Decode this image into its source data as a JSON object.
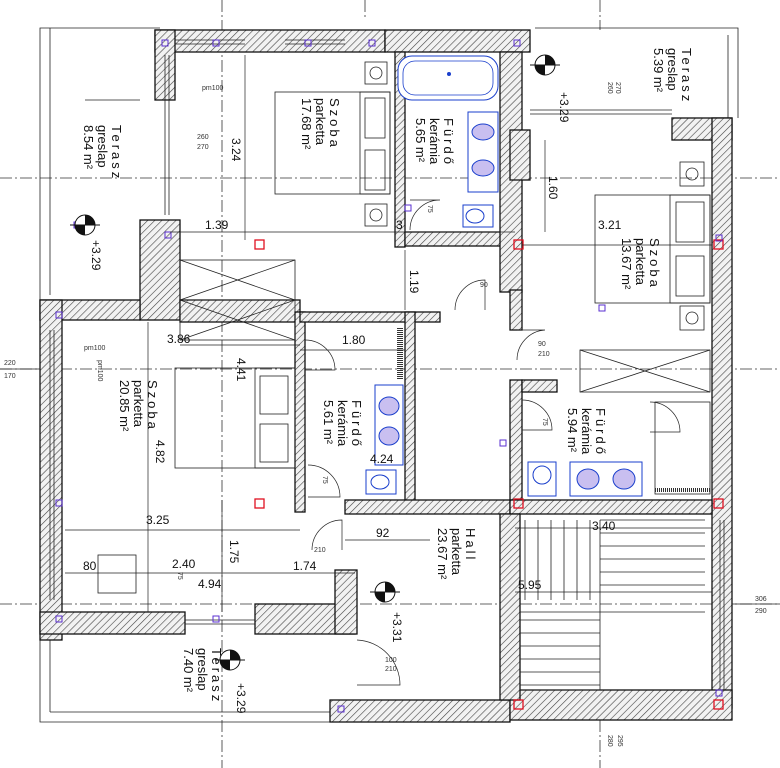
{
  "rooms": [
    {
      "id": "szoba1",
      "name": "Szoba",
      "floor": "parketta",
      "area": "17.68 m²"
    },
    {
      "id": "furdo1",
      "name": "Fürdő",
      "floor": "kerámia",
      "area": "5.65 m²"
    },
    {
      "id": "terasz_ne",
      "name": "Terasz",
      "floor": "greslap",
      "area": "5.39 m²"
    },
    {
      "id": "terasz_w",
      "name": "Terasz",
      "floor": "greslap",
      "area": "8.54 m²"
    },
    {
      "id": "szoba2",
      "name": "Szoba",
      "floor": "parketta",
      "area": "13.67 m²"
    },
    {
      "id": "szoba3",
      "name": "Szoba",
      "floor": "parketta",
      "area": "20.85 m²"
    },
    {
      "id": "furdo2",
      "name": "Fürdő",
      "floor": "kerámia",
      "area": "5.61 m²"
    },
    {
      "id": "furdo3",
      "name": "Fürdő",
      "floor": "kerámia",
      "area": "5.94 m²"
    },
    {
      "id": "hall",
      "name": "Hall",
      "floor": "parketta",
      "area": "23.67 m²"
    },
    {
      "id": "terasz_s",
      "name": "Terasz",
      "floor": "greslap",
      "area": "7.40 m²"
    }
  ],
  "levels": {
    "l1": "+3.29",
    "l2": "+3.29",
    "l3": "+3.29",
    "l4": "+3.31"
  },
  "dims": {
    "d324": "3.24",
    "d139": "1.39",
    "d119": "1.19",
    "d160": "1.60",
    "d321": "3.21",
    "d180": "1.80",
    "d386": "3.86",
    "d441": "4.41",
    "d482": "4.82",
    "d424": "4.24",
    "d325": "3.25",
    "d240": "2.40",
    "d175": "1.75",
    "d174": "1.74",
    "d494": "4.94",
    "d80": "80",
    "d92": "92",
    "d595": "5.95",
    "d340": "3.40",
    "d3m": "3"
  },
  "marks": {
    "m_260a": "260",
    "m_270a": "270",
    "m_260b": "260",
    "m_270b": "270",
    "m_220": "220",
    "m_170": "170",
    "m_306": "306",
    "m_290": "290",
    "m_280": "280",
    "m_295": "295",
    "m_90a": "90",
    "m_210a": "210",
    "m_90b": "90",
    "m_210b": "210",
    "m_100a": "100",
    "m_210c": "210",
    "m_75a": "75",
    "m_75b": "75",
    "m_75c": "75",
    "m_75d": "75",
    "m_pm100a": "pm100",
    "m_pm100b": "pm100",
    "m_pm100c": "pm100"
  }
}
